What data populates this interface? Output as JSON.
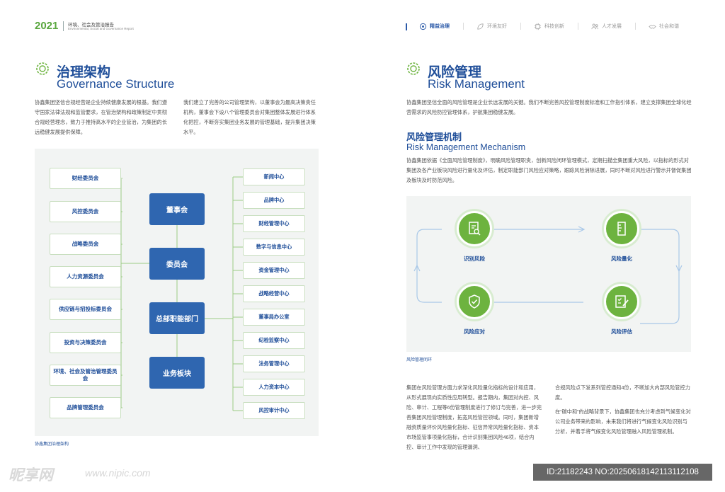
{
  "header": {
    "year": "2021",
    "title_zh": "环境、社会及管治报告",
    "title_en": "Environmental, Social and Governance Report",
    "nav": [
      {
        "label": "精益治理",
        "icon": "governance-icon",
        "active": true
      },
      {
        "label": "环境友好",
        "icon": "leaf-icon",
        "active": false
      },
      {
        "label": "科技创新",
        "icon": "technology-icon",
        "active": false
      },
      {
        "label": "人才发展",
        "icon": "people-icon",
        "active": false
      },
      {
        "label": "社会和谐",
        "icon": "handshake-icon",
        "active": false
      }
    ]
  },
  "governance": {
    "title_zh": "治理架构",
    "title_en": "Governance Structure",
    "para1": "协鑫集团坚信合规经营是企业持续健康发展的根基。我们遵守国家法律法规和监管要求，在管治架构和政策制定中贯彻合规经营理念，致力于推持高水平的企业管治，为集团的长远稳健发展提供保障。",
    "para2": "我们建立了完善的公司管理架构，以董事会为最高决策责任机构，董事会下设八个管理委员会对集团整体发展进行体系化把控，不断夯实集团业务发展的管理基础，提升集团决策水平。",
    "committees": [
      "财经委员会",
      "风控委员会",
      "战略委员会",
      "人力资源委员会",
      "供应链与招投标委员会",
      "投资与决策委员会",
      "环境、社会及管治管理委员会",
      "品牌管理委员会"
    ],
    "core": [
      "董事会",
      "委员会",
      "总部职能部门",
      "业务板块"
    ],
    "centers": [
      "新闻中心",
      "品牌中心",
      "财经管理中心",
      "数字与信息中心",
      "资金管理中心",
      "战略经营中心",
      "董事局办公室",
      "纪检监察中心",
      "法务管理中心",
      "人力资本中心",
      "风控审计中心"
    ],
    "caption": "协鑫集团治理架构"
  },
  "risk": {
    "title_zh": "风险管理",
    "title_en": "Risk Management",
    "intro": "协鑫集团坚信全面的风险管理是企业长远发展的关键。我们不断完善风控管理制度标准和工作指引体系，建立支撑集团全球化经营需求的风险防控管理体系，护航集团稳健发展。",
    "mech_zh": "风险管理机制",
    "mech_en": "Risk Management Mechanism",
    "mech_text": "协鑫集团依据《全面风险管理制度》，明确风险管理职责，创新风险闭环管理模式，定期扫描全集团重大风险，以指标的形式对集团及各产业板块风险进行量化及评估，制定职能部门风险应对策略，跟踪风险消除进展，同时不断对风险进行警示并督促集团及板块及时防范风险。",
    "nodes": [
      {
        "label": "识别风险",
        "icon": "document-search-icon"
      },
      {
        "label": "风险量化",
        "icon": "ruler-icon"
      },
      {
        "label": "风险评估",
        "icon": "edit-checklist-icon"
      },
      {
        "label": "风险应对",
        "icon": "shield-check-icon"
      }
    ],
    "caption": "风险管理闭环",
    "col1": "集团在风险管理方面力求深化风险量化指标的设计和应用，从形式展现向实质性应用转型。报告期内，集团对内控、风险、审计、工程等6份管理制度进行了修订与完善，进一步完善集团风险管理制度，拓宽风险管控领域。同时，集团新增融资质量评价风险量化指标、征信异常风险量化指标、资本市场监管事项量化指标，合计识别集团风险46项，结合内控、审计工作中发现的管理漏洞、",
    "col2a": "合规风险点下发系列管控通知4份，不断加大内部风险管控力度。",
    "col2b": "在“碳中和”的战略背景下，协鑫集团也充分考虑到气候变化对公司业务带来的影响，未来我们将进行气候变化风险识别与分析，并着手将气候变化风险管理融入风险管理机制。"
  },
  "watermark": {
    "logo": "昵享网",
    "url": "www.nipic.com",
    "id": "ID:21182243 NO:20250618142113112108"
  }
}
